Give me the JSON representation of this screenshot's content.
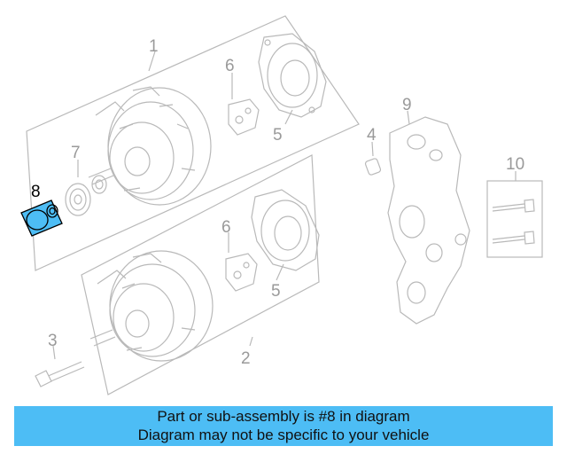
{
  "diagram": {
    "callouts": [
      "1",
      "2",
      "3",
      "4",
      "5",
      "5",
      "6",
      "6",
      "7",
      "8",
      "9",
      "10"
    ],
    "highlighted_callout": "8",
    "highlight_color": "#000000",
    "part_highlight_color": "#4dbdf5"
  },
  "banner": {
    "line1": "Part or sub-assembly is #8 in diagram",
    "line2": "Diagram may not be specific to your vehicle",
    "color": "#4dbdf5"
  }
}
